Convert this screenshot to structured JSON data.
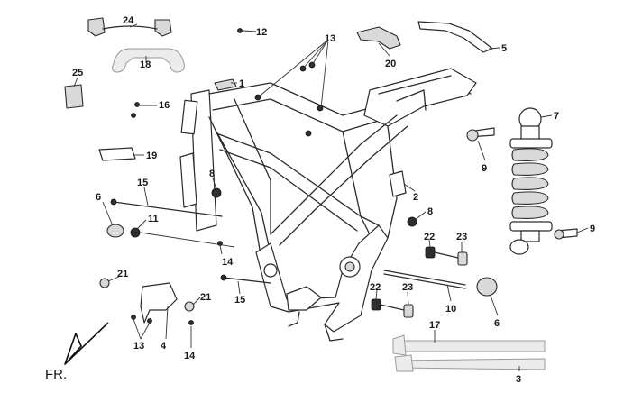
{
  "labels": {
    "p1": "1",
    "p2": "2",
    "p3": "3",
    "p4": "4",
    "p5": "5",
    "p6a": "6",
    "p6b": "6",
    "p7": "7",
    "p8a": "8",
    "p8b": "8",
    "p9a": "9",
    "p9b": "9",
    "p10": "10",
    "p11": "11",
    "p12": "12",
    "p13a": "13",
    "p13b": "13",
    "p14a": "14",
    "p14b": "14",
    "p15a": "15",
    "p15b": "15",
    "p16": "16",
    "p17": "17",
    "p18": "18",
    "p19": "19",
    "p20": "20",
    "p21a": "21",
    "p21b": "21",
    "p22a": "22",
    "p22b": "22",
    "p23a": "23",
    "p23b": "23",
    "p24": "24",
    "p25": "25"
  },
  "direction": {
    "text": "FR."
  }
}
